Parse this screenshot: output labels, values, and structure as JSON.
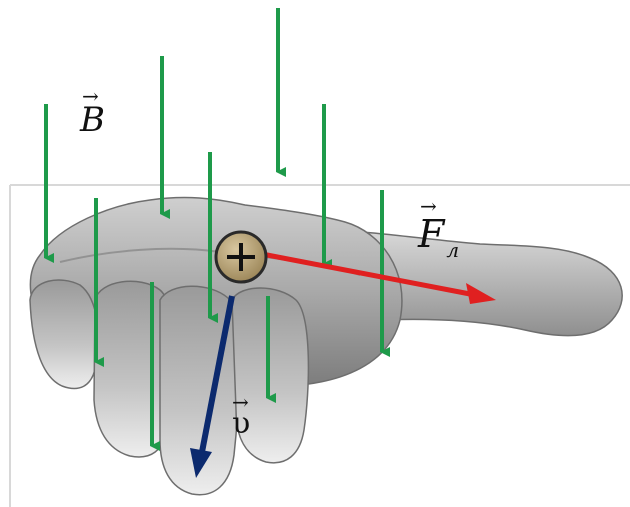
{
  "labels": {
    "magnetic_field": "B",
    "lorentz_force": "F",
    "lorentz_subscript": "л",
    "velocity": "υ",
    "charge_sign": "+",
    "vector_mark": "→"
  },
  "colors": {
    "field_lines": "#1e9a4a",
    "force_arrow": "#e02020",
    "velocity_arrow": "#0c2a6e",
    "charge_fill": "#b09868",
    "hand_light": "#e6e6e6",
    "hand_dark": "#8a8a8a"
  },
  "icons": {
    "charge": "plus-in-circle",
    "hand": "left-hand-illustration"
  }
}
